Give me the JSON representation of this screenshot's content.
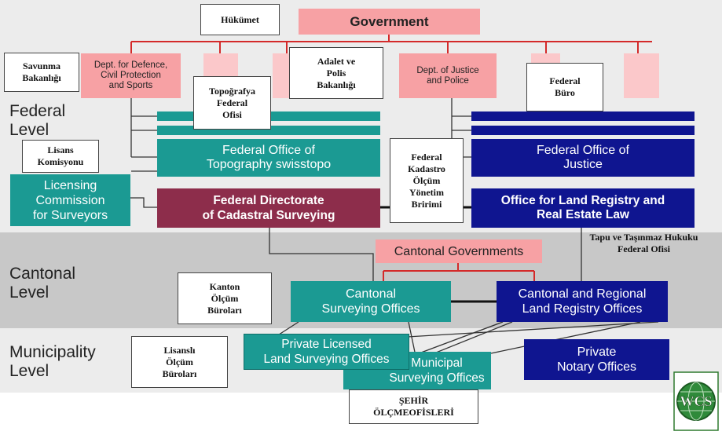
{
  "levels": {
    "federal": "Federal\nLevel",
    "cantonal": "Cantonal\nLevel",
    "municipality": "Municipality\nLevel"
  },
  "boxes": {
    "government": "Government",
    "dept_defence": "Dept. for Defence,\nCivil Protection\nand Sports",
    "dept_justice": "Dept. of Justice\nand Police",
    "fed_topography": "Federal Office of\nTopography swisstopo",
    "fed_justice": "Federal Office of\nJustice",
    "licensing_commission": "Licensing\nCommission\nfor Surveyors",
    "fed_directorate": "Federal Directorate\nof Cadastral Surveying",
    "office_land_registry": "Office for Land Registry and\nReal Estate Law",
    "cantonal_governments": "Cantonal Governments",
    "cantonal_surveying": "Cantonal\nSurveying Offices",
    "cantonal_regional_registry": "Cantonal and Regional\nLand Registry Offices",
    "private_licensed": "Private Licensed\nLand Surveying Offices",
    "municipal_surveying": "Municipal\nSurveying Offices",
    "private_notary": "Private\nNotary Offices"
  },
  "notes": {
    "hukumet": "Hükümet",
    "savunma": "Savunma\nBakanlığı",
    "adalet": "Adalet ve\nPolis\nBakanlığı",
    "federal_buro": "Federal\nBüro",
    "topografya": "Topoğrafya\nFederal\nOfisi",
    "lisans": "Lisans\nKomisyonu",
    "kadastro": "Federal\nKadastro\nÖlçüm\nYönetim\nBririmi",
    "tapu": "Tapu ve Taşınmaz Hukuku\nFederal Ofisi",
    "kanton": "Kanton\nÖlçüm\nBüroları",
    "lisansli": "Lisanslı\nÖlçüm\nBüroları",
    "sehir": "ŞEHİR\nÖLÇMEOFİSLERİ"
  },
  "logo": {
    "text": "WCS"
  },
  "colors": {
    "pink": "#f7a1a4",
    "teal": "#1b9a93",
    "navy": "#0f1590",
    "maroon": "#8d2d4b",
    "red_line": "#d42a2a"
  }
}
